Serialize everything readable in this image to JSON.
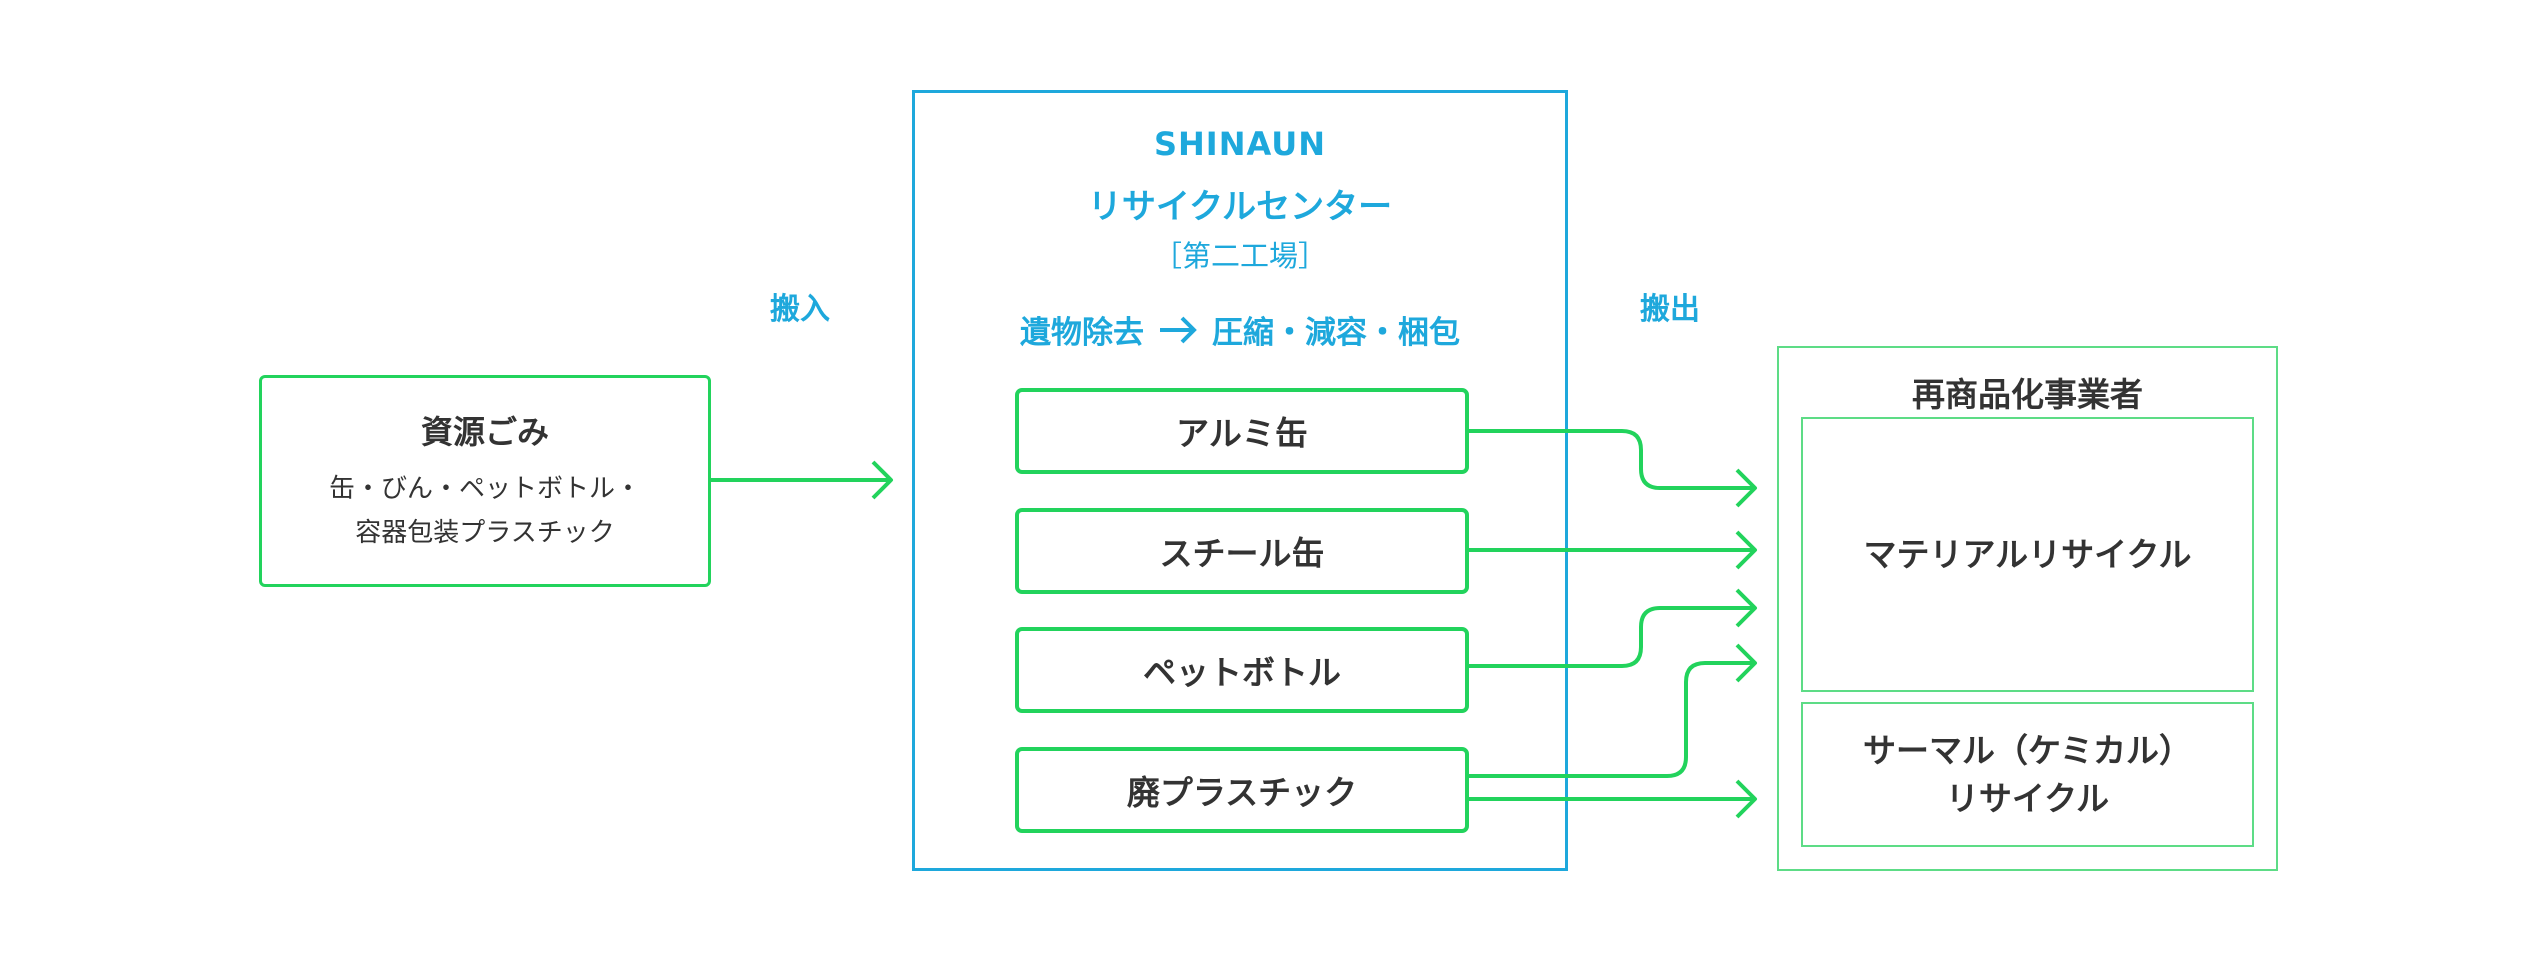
{
  "source_box": {
    "title": "資源ごみ",
    "lines": [
      "缶・びん・ペットボトル・",
      "容器包装プラスチック"
    ]
  },
  "labels": {
    "in": "搬入",
    "out": "搬出"
  },
  "center": {
    "brand": "SHINAUN",
    "name": "リサイクルセンター",
    "plant": "［第二工場］",
    "process_from": "遺物除去",
    "process_arrow_icon": "arrow-right-icon",
    "process_to": "圧縮・減容・梱包",
    "items": [
      "アルミ缶",
      "スチール缶",
      "ペットボトル",
      "廃プラスチック"
    ]
  },
  "destination": {
    "title": "再商品化事業者",
    "material": "マテリアルリサイクル",
    "thermal_line1": "サーマル（ケミカル）",
    "thermal_line2": "リサイクル"
  },
  "colors": {
    "green": "#22d35c",
    "light_green": "#5ddc86",
    "blue": "#1ea8dc",
    "text": "#333333"
  }
}
